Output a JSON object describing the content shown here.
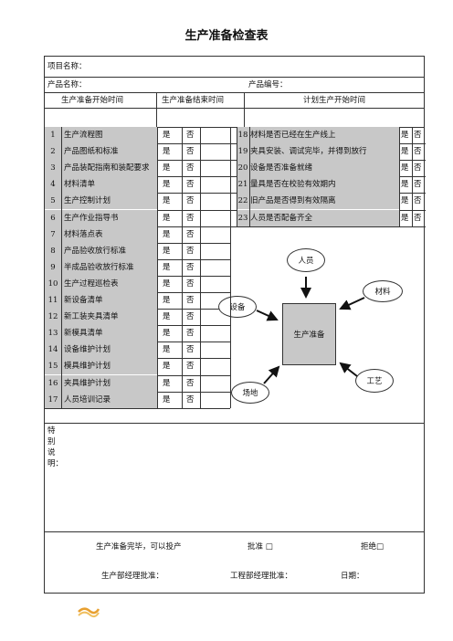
{
  "title": "生产准备检查表",
  "project_name_label": "项目名称：",
  "product_name_label": "产品名称：",
  "product_no_label": "产品编号：",
  "headers": [
    "生产准备开始时间",
    "生产准备结束时间",
    "计划生产开始时间"
  ],
  "yes": "是",
  "no": "否",
  "left_items": [
    {
      "n": "1",
      "label": "生产流程图"
    },
    {
      "n": "2",
      "label": "产品图纸和标准"
    },
    {
      "n": "3",
      "label": "产品装配指南和装配要求"
    },
    {
      "n": "4",
      "label": "材料清单"
    },
    {
      "n": "5",
      "label": "生产控制计划"
    },
    {
      "n": "6",
      "label": "生产作业指导书"
    },
    {
      "n": "7",
      "label": "材料落点表"
    },
    {
      "n": "8",
      "label": "产品验收放行标准"
    },
    {
      "n": "9",
      "label": "半成品验收放行标准"
    },
    {
      "n": "10",
      "label": "生产过程巡检表"
    },
    {
      "n": "11",
      "label": "新设备清单"
    },
    {
      "n": "12",
      "label": "新工装夹具清单"
    },
    {
      "n": "13",
      "label": "新模具清单"
    },
    {
      "n": "14",
      "label": "设备维护计划"
    },
    {
      "n": "15",
      "label": "模具维护计划"
    },
    {
      "n": "16",
      "label": "夹具维护计划"
    },
    {
      "n": "17",
      "label": "人员培训记录"
    }
  ],
  "right_items": [
    {
      "n": "18",
      "label": "材料是否已经在生产线上"
    },
    {
      "n": "19",
      "label": "夹具安装、调试完毕，并得到放行"
    },
    {
      "n": "20",
      "label": "设备是否准备就绪"
    },
    {
      "n": "21",
      "label": "量具是否在校验有效期内"
    },
    {
      "n": "22",
      "label": "旧产品是否得到有效隔离"
    },
    {
      "n": "23",
      "label": "人员是否配备齐全"
    }
  ],
  "diagram": {
    "center": "生产准备",
    "people": "人员",
    "material": "材料",
    "equipment": "设备",
    "process": "工艺",
    "site": "场地"
  },
  "special_note": "特别说明：",
  "complete_text": "生产准备完毕，可以投产",
  "approve": "批准 □",
  "reject": "拒绝□",
  "prod_mgr": "生产部经理批准：",
  "eng_mgr": "工程部经理批准：",
  "date": "日期："
}
